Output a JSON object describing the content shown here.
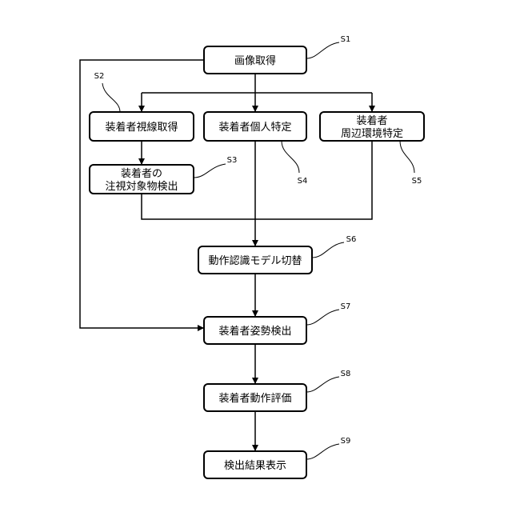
{
  "boxes": {
    "s1": [
      "画像取得"
    ],
    "s2": [
      "装着者視線取得"
    ],
    "s3": [
      "装着者の",
      "注視対象物検出"
    ],
    "s4": [
      "装着者個人特定"
    ],
    "s5": [
      "装着者",
      "周辺環境特定"
    ],
    "s6": [
      "動作認識モデル切替"
    ],
    "s7": [
      "装着者姿勢検出"
    ],
    "s8": [
      "装着者動作評価"
    ],
    "s9": [
      "検出結果表示"
    ]
  },
  "steps": {
    "s1": "S1",
    "s2": "S2",
    "s3": "S3",
    "s4": "S4",
    "s5": "S5",
    "s6": "S6",
    "s7": "S7",
    "s8": "S8",
    "s9": "S9"
  }
}
